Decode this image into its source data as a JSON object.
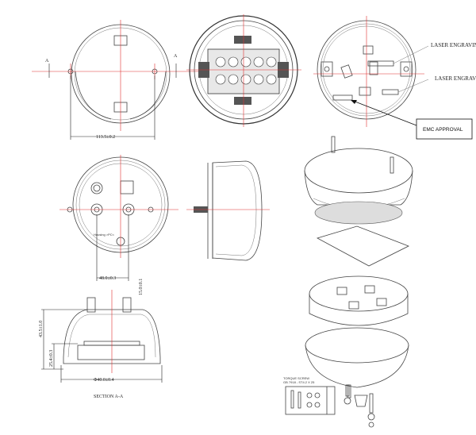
{
  "labels": {
    "section_marker_left": "A",
    "section_marker_right": "A",
    "laser_engraving_1": "LASER ENGRAVING",
    "laser_engraving_2": "LASER ENGRAVING",
    "emc_approval": "EMC APPROVAL",
    "housing_material": "Housing  >PC<",
    "section_title": "SECTION A-A",
    "screw_title": "TORQUE SCREW",
    "screw_spec": "GB 7918 - ST4.2 X 25"
  },
  "dimensions": {
    "mount_hole_spacing": "113.5±0.2",
    "stud_spacing": "48.0±0.3",
    "stud_offset": "15.0±0.1",
    "total_height": "43.5±1.0",
    "base_height": "25.4±0.3",
    "base_diameter": "Φ40.0±0.4"
  }
}
